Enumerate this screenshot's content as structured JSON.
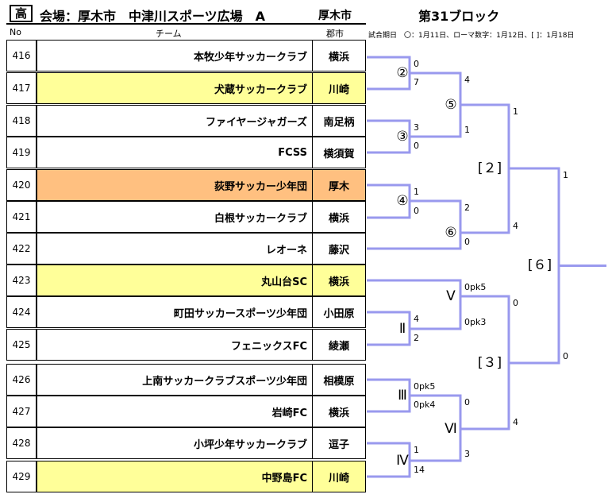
{
  "header": {
    "badge": "高",
    "venue": "会場：厚木市　中津川スポーツ広場　A",
    "city": "厚木市",
    "block": "第31ブロック",
    "note": "試合期日　〇：1月11日、ローマ数字：1月12日、[ ]：1月18日"
  },
  "columns": {
    "no": "No",
    "team": "チーム",
    "city": "郡市"
  },
  "rows": [
    {
      "no": "416",
      "team": "本牧少年サッカークラブ",
      "city": "横浜",
      "highlight": ""
    },
    {
      "no": "417",
      "team": "犬蔵サッカークラブ",
      "city": "川崎",
      "highlight": "yellow"
    },
    {
      "no": "418",
      "team": "ファイヤージャガーズ",
      "city": "南足柄",
      "highlight": ""
    },
    {
      "no": "419",
      "team": "FCSS",
      "city": "横須賀",
      "highlight": ""
    },
    {
      "no": "420",
      "team": "荻野サッカー少年団",
      "city": "厚木",
      "highlight": "orange"
    },
    {
      "no": "421",
      "team": "白根サッカークラブ",
      "city": "横浜",
      "highlight": ""
    },
    {
      "no": "422",
      "team": "レオーネ",
      "city": "藤沢",
      "highlight": ""
    },
    {
      "no": "423",
      "team": "丸山台SC",
      "city": "横浜",
      "highlight": "yellow"
    },
    {
      "no": "424",
      "team": "町田サッカースポーツ少年団",
      "city": "小田原",
      "highlight": ""
    },
    {
      "no": "425",
      "team": "フェニックスFC",
      "city": "綾瀬",
      "highlight": ""
    },
    {
      "no": "426",
      "team": "上南サッカークラブスポーツ少年団",
      "city": "相模原",
      "highlight": ""
    },
    {
      "no": "427",
      "team": "岩崎FC",
      "city": "横浜",
      "highlight": ""
    },
    {
      "no": "428",
      "team": "小坪少年サッカークラブ",
      "city": "逗子",
      "highlight": ""
    },
    {
      "no": "429",
      "team": "中野島FC",
      "city": "川崎",
      "highlight": "yellow"
    }
  ],
  "bracket": {
    "line_color": "#9999ee",
    "matches": [
      {
        "id": "m2",
        "label": "②",
        "top_score": "0",
        "bottom_score": "7"
      },
      {
        "id": "m3",
        "label": "③",
        "top_score": "3",
        "bottom_score": "0"
      },
      {
        "id": "m4",
        "label": "④",
        "top_score": "1",
        "bottom_score": "0"
      },
      {
        "id": "m5",
        "label": "⑤",
        "top_score": "4",
        "bottom_score": "1"
      },
      {
        "id": "m6",
        "label": "⑥",
        "top_score": "2",
        "bottom_score": "0"
      },
      {
        "id": "mII",
        "label": "Ⅱ",
        "top_score": "4",
        "bottom_score": "2"
      },
      {
        "id": "mIII",
        "label": "Ⅲ",
        "top_score": "0pk5",
        "bottom_score": "0pk4"
      },
      {
        "id": "mIV",
        "label": "Ⅳ",
        "top_score": "1",
        "bottom_score": "14"
      },
      {
        "id": "mV",
        "label": "Ⅴ",
        "top_score": "0pk5",
        "bottom_score": "0pk3"
      },
      {
        "id": "mVI",
        "label": "Ⅵ",
        "top_score": "0",
        "bottom_score": "3"
      },
      {
        "id": "s2",
        "label": "[２]",
        "top_score": "1",
        "bottom_score": "4"
      },
      {
        "id": "s3",
        "label": "[３]",
        "top_score": "0",
        "bottom_score": "4"
      },
      {
        "id": "s6",
        "label": "[６]",
        "top_score": "1",
        "bottom_score": "0"
      }
    ]
  }
}
